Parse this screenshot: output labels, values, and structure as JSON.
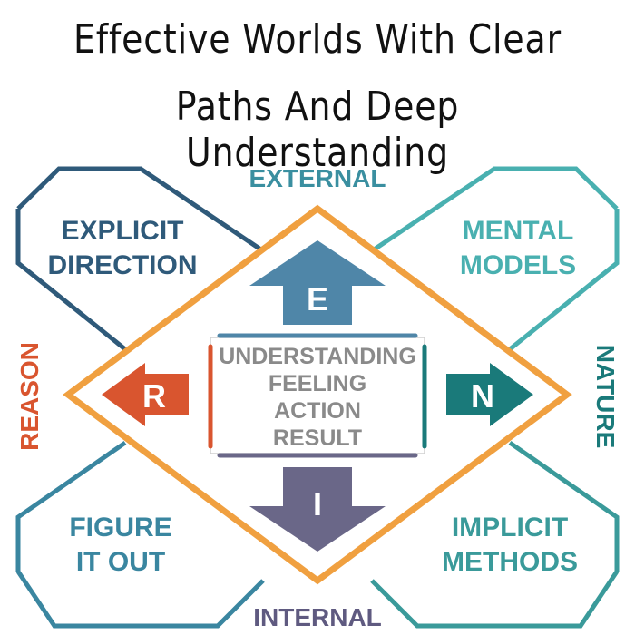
{
  "title": {
    "line1": "Effective Worlds With Clear",
    "line2": "Paths And Deep Understanding"
  },
  "axes": {
    "top": "EXTERNAL",
    "bottom": "INTERNAL",
    "left": "REASON",
    "right": "NATURE"
  },
  "quadrants": {
    "top_left": [
      "EXPLICIT",
      "DIRECTION"
    ],
    "top_right": [
      "MENTAL",
      "MODELS"
    ],
    "bottom_left": [
      "FIGURE",
      "IT OUT"
    ],
    "bottom_right": [
      "IMPLICIT",
      "METHODS"
    ]
  },
  "arrows": {
    "up": "E",
    "left": "R",
    "right": "N",
    "down": "I"
  },
  "center": [
    "UNDERSTANDING",
    "FEELING",
    "ACTION",
    "RESULT"
  ],
  "colors": {
    "top_left": "#2f5a7a",
    "top_right": "#49b0b0",
    "bottom_left": "#3a86a0",
    "bottom_right": "#3a9a9a",
    "external": "#3a8fa0",
    "internal": "#5f5a80",
    "reason": "#d9552f",
    "nature": "#1a7a7a",
    "diamond": "#f0a040",
    "arrow_e": "#4f86a8",
    "arrow_r": "#d9552f",
    "arrow_n": "#1a7a7a",
    "arrow_i": "#6a6788",
    "center_text": "#8a8a8a"
  }
}
